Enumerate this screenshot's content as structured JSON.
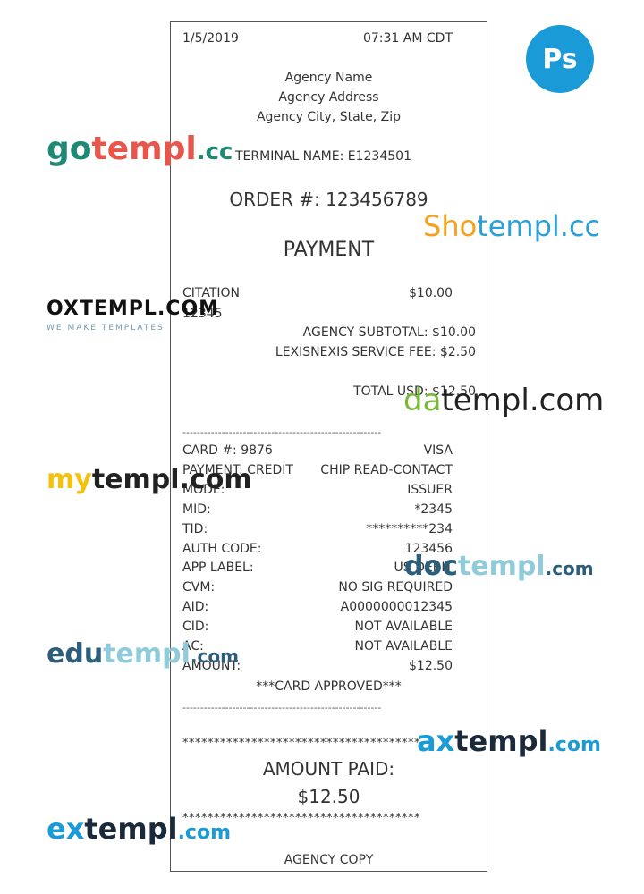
{
  "receipt": {
    "date": "1/5/2019",
    "time": "07:31 AM CDT",
    "agency_name": "Agency Name",
    "agency_address": "Agency Address",
    "agency_city": "Agency City, State, Zip",
    "terminal": "TERMINAL NAME: E1234501",
    "order": "ORDER #: 123456789",
    "heading": "PAYMENT",
    "citation_label": "CITATION",
    "citation_amount": "$10.00",
    "citation_number": "12345",
    "subtotal": "AGENCY SUBTOTAL: $10.00",
    "service_fee": "LEXISNEXIS SERVICE FEE: $2.50",
    "total": "TOTAL USD: $12.50",
    "separator": "--------------------------------------------------------",
    "details": [
      {
        "label": "CARD #: 9876",
        "value": "VISA"
      },
      {
        "label": "PAYMENT: CREDIT",
        "value": "CHIP READ-CONTACT"
      },
      {
        "label": "MODE:",
        "value": "ISSUER"
      },
      {
        "label": "MID:",
        "value": "*2345"
      },
      {
        "label": "TID:",
        "value": "**********234"
      },
      {
        "label": "AUTH CODE:",
        "value": "123456"
      },
      {
        "label": "APP LABEL:",
        "value": "US DEBIT"
      },
      {
        "label": "CVM:",
        "value": "NO SIG REQUIRED"
      },
      {
        "label": "AID:",
        "value": "A0000000012345"
      },
      {
        "label": "CID:",
        "value": "NOT AVAILABLE"
      },
      {
        "label": "AC:",
        "value": "NOT AVAILABLE"
      },
      {
        "label": "AMOUNT:",
        "value": "$12.50"
      }
    ],
    "approved": "***CARD APPROVED***",
    "stars": "**************************************",
    "amount_paid_label": "AMOUNT PAID:",
    "amount_paid_value": "$12.50",
    "footer": "AGENCY COPY"
  },
  "badge": {
    "label": "Ps",
    "color": "#1a9ad6"
  },
  "watermarks": {
    "gotempl": {
      "a": "go",
      "b": "templ",
      "c": ".cc"
    },
    "shotempl": {
      "a": "Sho",
      "b": "templ",
      "c": ".cc"
    },
    "oxtempl": {
      "a": "OXTEMPL.COM",
      "b": "WE MAKE TEMPLATES"
    },
    "datempl": {
      "a": "da",
      "b": "templ",
      "c": ".com"
    },
    "mytempl": {
      "a": "my",
      "b": "templ",
      "c": ".com"
    },
    "doctempl": {
      "a": "doc",
      "b": "templ",
      "c": ".com"
    },
    "edutempl": {
      "a": "edu",
      "b": "templ",
      "c": ".com"
    },
    "axtempl": {
      "a": "ax",
      "b": "templ",
      "c": ".com"
    },
    "extempl": {
      "a": "ex",
      "b": "templ",
      "c": ".com"
    }
  }
}
